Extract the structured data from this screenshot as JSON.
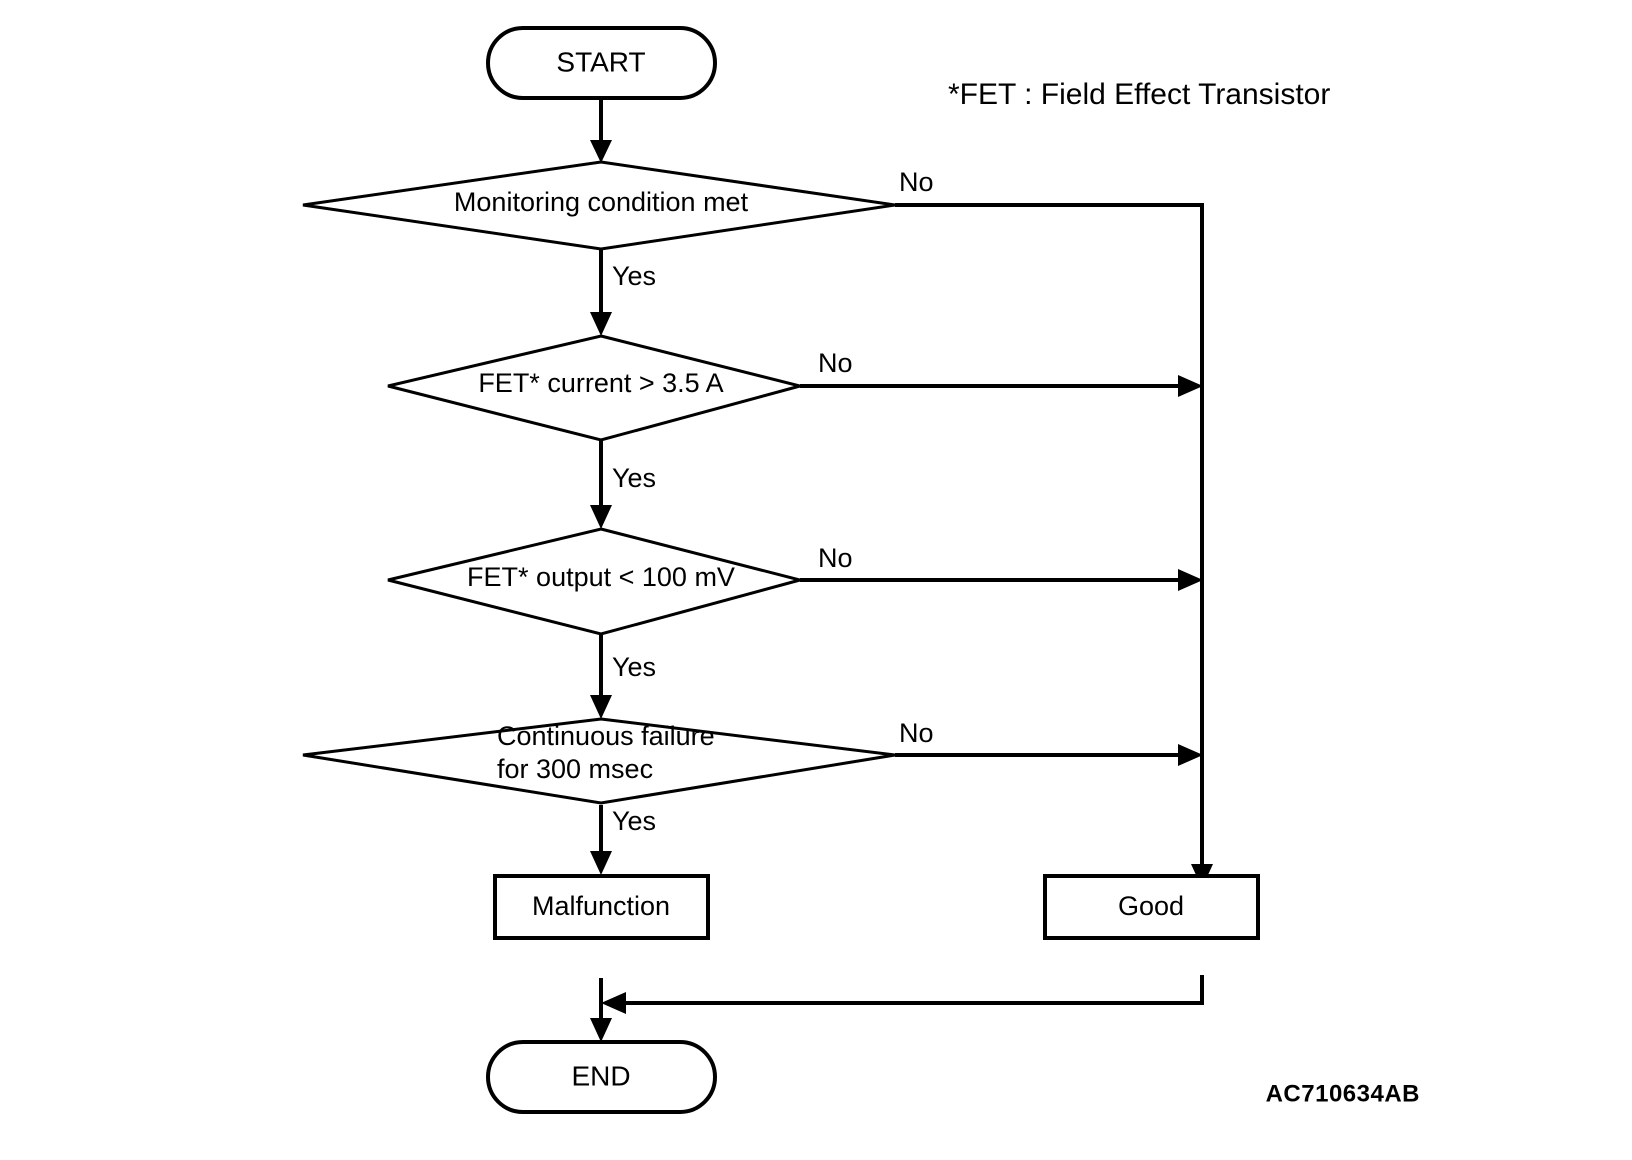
{
  "diagram": {
    "type": "flowchart",
    "title_note": "*FET : Field Effect Transistor",
    "figure_code": "AC710634AB",
    "colors": {
      "stroke": "#000000",
      "fill": "#ffffff",
      "background": "#ffffff"
    },
    "nodes": {
      "start": {
        "label": "START",
        "shape": "stadium"
      },
      "decision1": {
        "label": "Monitoring condition met",
        "shape": "diamond"
      },
      "decision2": {
        "label": "FET* current > 3.5 A",
        "shape": "diamond"
      },
      "decision3": {
        "label": "FET* output < 100 mV",
        "shape": "diamond"
      },
      "decision4": {
        "label_line1": "Continuous failure",
        "label_line2": "for 300 msec",
        "shape": "diamond"
      },
      "malfunction": {
        "label": "Malfunction",
        "shape": "rect"
      },
      "good": {
        "label": "Good",
        "shape": "rect"
      },
      "end": {
        "label": "END",
        "shape": "stadium"
      }
    },
    "edge_labels": {
      "yes1": "Yes",
      "yes2": "Yes",
      "yes3": "Yes",
      "yes4": "Yes",
      "no1": "No",
      "no2": "No",
      "no3": "No",
      "no4": "No"
    }
  }
}
